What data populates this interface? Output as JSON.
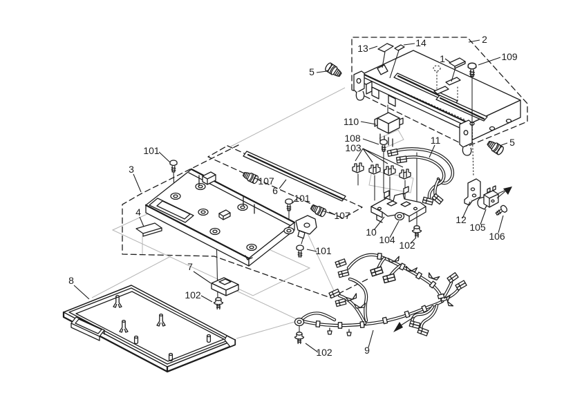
{
  "figure": {
    "kind": "exploded-parts-diagram",
    "background": "#ffffff",
    "ink_color": "#1c1c1c",
    "ghost_color": "#b4b4b4"
  },
  "callouts": [
    "13",
    "14",
    "1",
    "2",
    "109",
    "5",
    "5",
    "110",
    "108",
    "103",
    "11",
    "101",
    "3",
    "107",
    "6",
    "101",
    "107",
    "4",
    "12",
    "105",
    "106",
    "10",
    "104",
    "102",
    "101",
    "7",
    "8",
    "102",
    "102",
    "9"
  ]
}
